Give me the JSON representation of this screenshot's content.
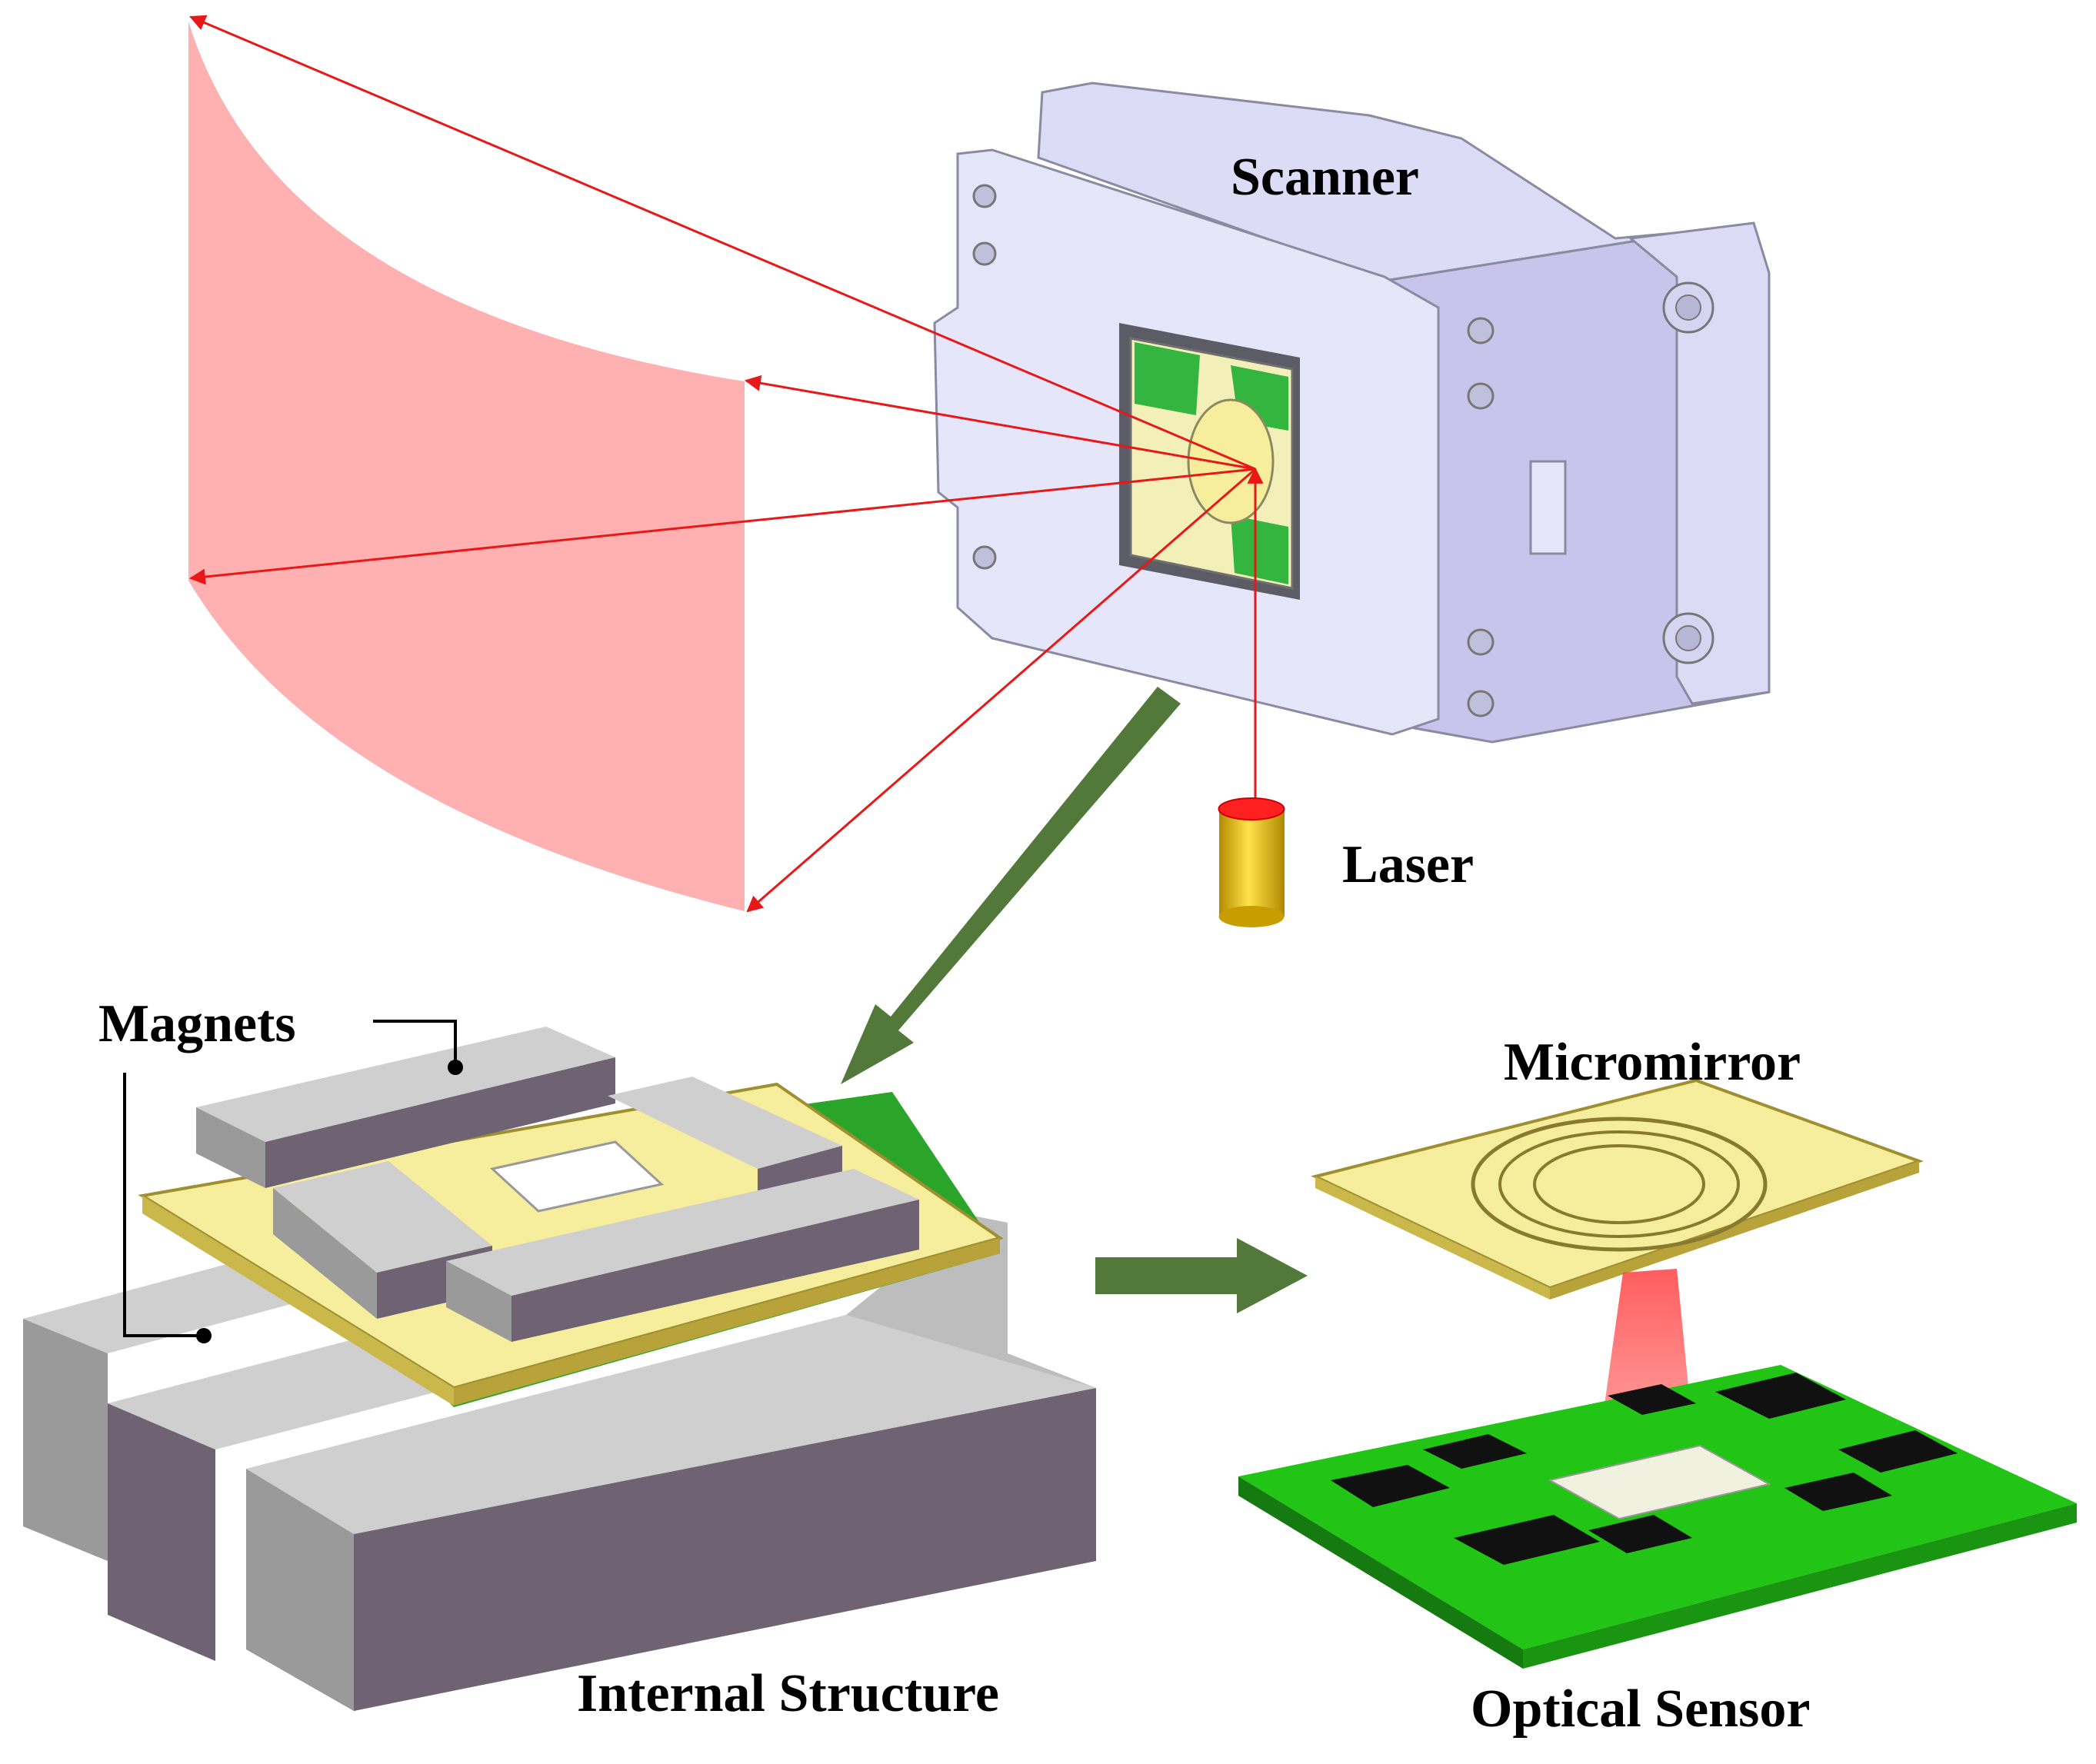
{
  "labels": {
    "scanner": "Scanner",
    "laser": "Laser",
    "magnets": "Magnets",
    "micromirror": "Micromirror",
    "internal_structure": "Internal Structure",
    "optical_sensor": "Optical Sensor"
  },
  "colors": {
    "scan_field": "#ffb1b1",
    "beam": "#e81818",
    "housing": "#e6e6fb",
    "housing_side": "#c8c4ec",
    "housing_edge": "#8a8aa0",
    "arrow": "#52793a",
    "magnet_top": "#cfcfcf",
    "magnet_side": "#6f6373",
    "mirror_gold": "#f6ee9c",
    "pcb_green": "#22c415",
    "chip": "#111111",
    "laser_body": "#e3b80c",
    "laser_top": "#ff2020"
  },
  "icons": [
    "scanner-housing",
    "laser-source",
    "flow-arrow",
    "magnet-assembly",
    "micromirror-plate",
    "pcb-board"
  ]
}
